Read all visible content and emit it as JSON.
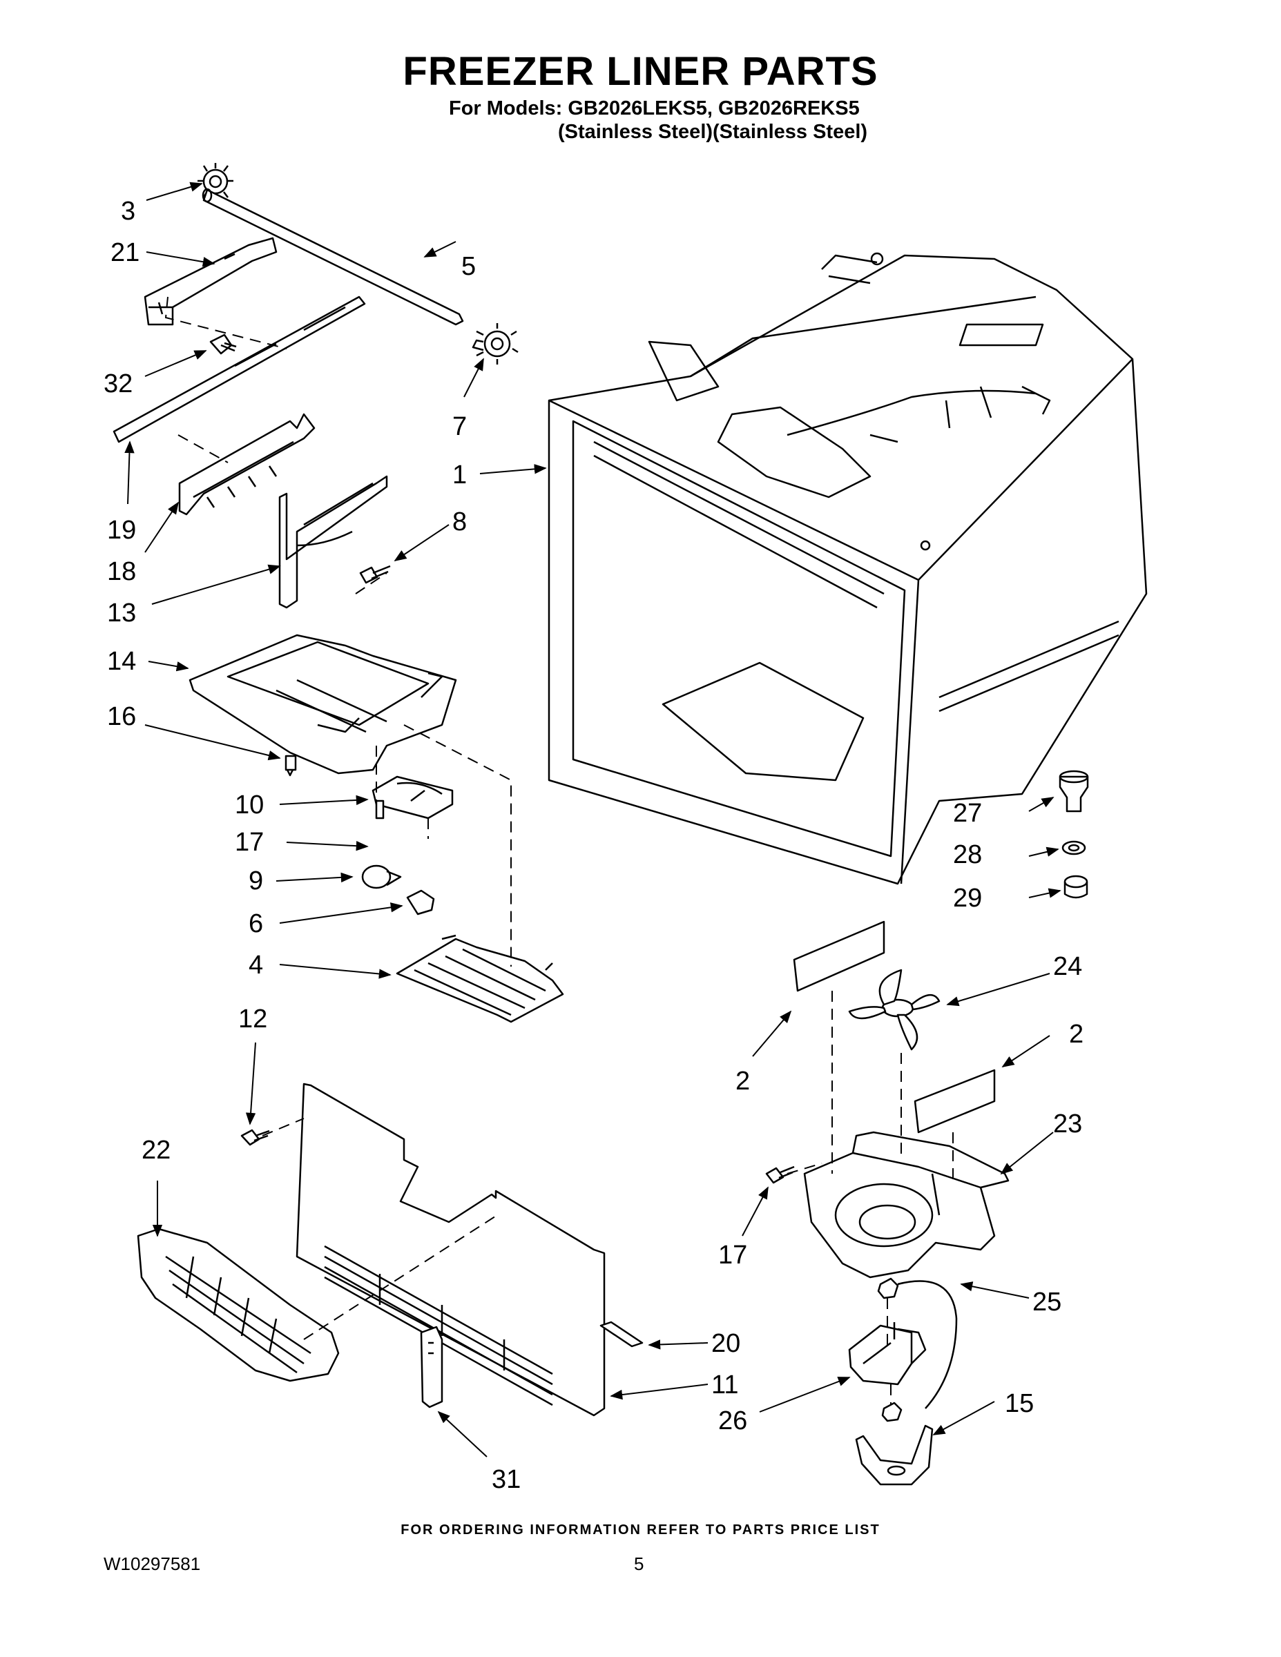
{
  "header": {
    "title": "FREEZER LINER PARTS",
    "models_line": "For Models: GB2026LEKS5, GB2026REKS5",
    "finish_line": "(Stainless Steel)(Stainless Steel)"
  },
  "footer": {
    "ordering_note": "FOR ORDERING INFORMATION REFER TO PARTS PRICE LIST",
    "document_number": "W10297581",
    "page_number": "5"
  },
  "callouts": {
    "p1": "1",
    "p2a": "2",
    "p2b": "2",
    "p3": "3",
    "p4": "4",
    "p5": "5",
    "p6": "6",
    "p7": "7",
    "p8": "8",
    "p9": "9",
    "p10": "10",
    "p11": "11",
    "p12": "12",
    "p13": "13",
    "p14": "14",
    "p15": "15",
    "p16": "16",
    "p17a": "17",
    "p17b": "17",
    "p18": "18",
    "p19": "19",
    "p20": "20",
    "p21": "21",
    "p22": "22",
    "p23": "23",
    "p24": "24",
    "p25": "25",
    "p26": "26",
    "p27": "27",
    "p28": "28",
    "p29": "29",
    "p31": "31",
    "p32": "32"
  }
}
